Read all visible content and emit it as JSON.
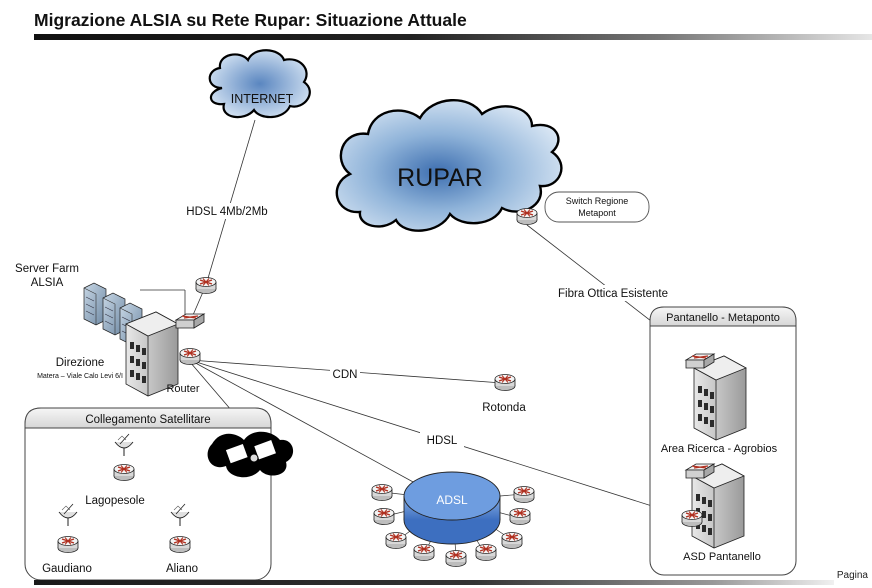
{
  "title": "Migrazione ALSIA su Rete Rupar: Situazione Attuale",
  "footer": {
    "page_label": "Pagina"
  },
  "clouds": {
    "internet": "INTERNET",
    "rupar": "RUPAR"
  },
  "callouts": {
    "switch_regione": [
      "Switch Regione",
      "Metapont"
    ]
  },
  "links": {
    "hdsl_internet": "HDSL 4Mb/2Mb",
    "fibra": "Fibra Ottica Esistente",
    "cdn": "CDN",
    "hdsl": "HDSL"
  },
  "sites": {
    "server_farm": [
      "Server Farm",
      "ALSIA"
    ],
    "direzione": "Direzione",
    "direzione_addr": "Matera – Viale Calo Levi 6/I",
    "router": "Router",
    "rotonda": "Rotonda",
    "adsl": "ADSL",
    "lagopesole": "Lagopesole",
    "gaudiano": "Gaudiano",
    "aliano": "Aliano",
    "area_ricerca": "Area Ricerca - Agrobios",
    "asd_pantanello": "ASD Pantanello"
  },
  "groups": {
    "satellite": "Collegamento Satellitare",
    "pantanello": "Pantanello - Metaponto"
  },
  "colors": {
    "cloud_fill": "#8fb3d9",
    "cloud_stroke": "#000000",
    "router_fill": "#f2f2f2",
    "router_accent": "#c0392b",
    "adsl_fill": "#5f8fd3",
    "group_header": "#e9e9e9",
    "building": "#c8c8c8"
  }
}
